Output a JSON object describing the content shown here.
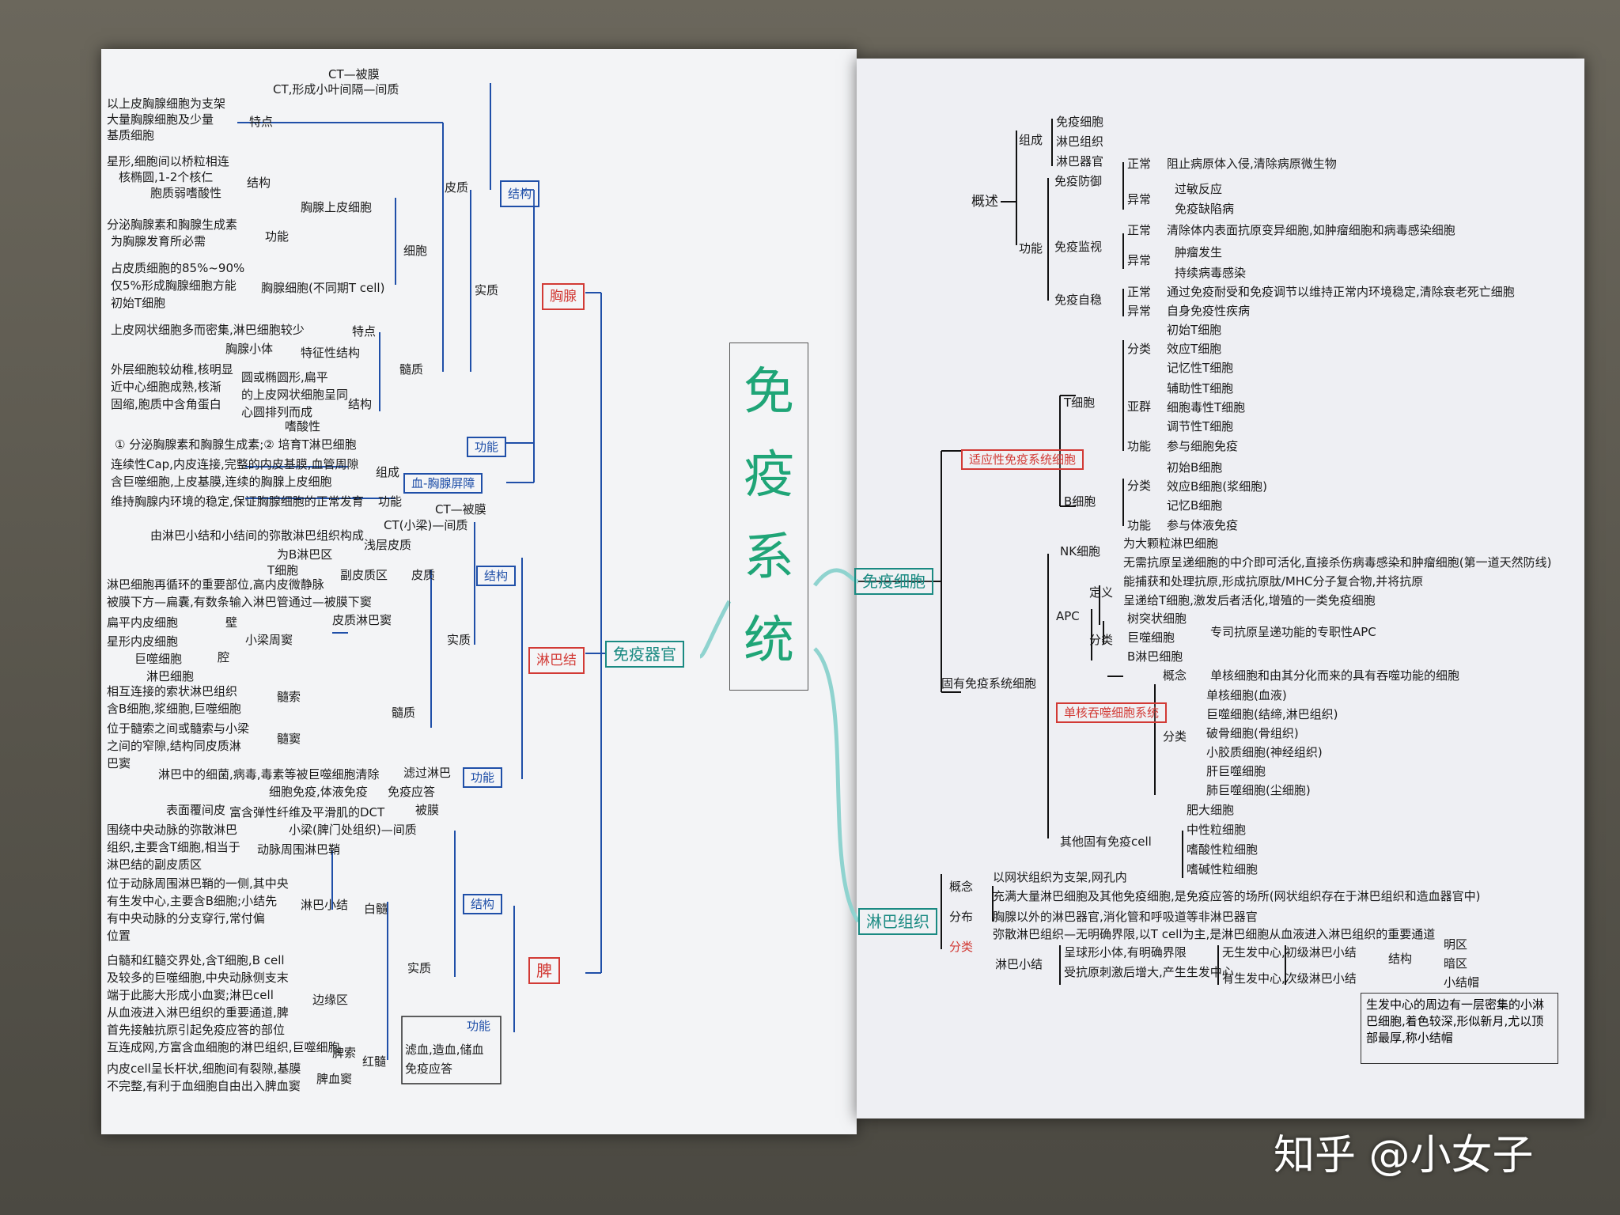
{
  "title": [
    "免",
    "疫",
    "系",
    "统"
  ],
  "watermark": "知乎 @小女子",
  "main_branches": {
    "left": "免疫器官",
    "right_top": "免疫细胞",
    "right_bottom": "淋巴组织"
  },
  "organs": {
    "thymus": {
      "label": "胸腺",
      "structure": "结构",
      "cortex": "皮质",
      "ct_capsule": "CT—被膜",
      "ct_septum": "CT,形成小叶间隔—间质",
      "epithelial_desc1": "以上皮胸腺细胞为支架",
      "epithelial_desc2": "大量胸腺细胞及少量",
      "epithelial_desc3": "基质细胞",
      "feature": "特点",
      "star_desc1": "星形,细胞间以桥粒相连",
      "star_desc2": "核椭圆,1-2个核仁",
      "star_desc3": "胞质弱嗜酸性",
      "struct2": "结构",
      "thymic_epithelial": "胸腺上皮细胞",
      "secrete1": "分泌胸腺素和胸腺生成素",
      "secrete2": "为胸腺发育所必需",
      "function1": "功能",
      "cells": "细胞",
      "pct1": "占皮质细胞的85%~90%",
      "pct2": "仅5%形成胸腺细胞方能",
      "pct3": "初始T细胞",
      "thymocyte": "胸腺细胞(不同期T cell)",
      "parenchyma": "实质",
      "medulla_desc": "上皮网状细胞多而密集,淋巴细胞较少",
      "feature2": "特点",
      "corpuscle": "胸腺小体",
      "corpuscle_feature": "特征性结构",
      "medulla": "髓质",
      "outer1": "外层细胞较幼稚,核明显",
      "outer2": "近中心细胞成熟,核渐",
      "outer3": "固缩,胞质中含角蛋白",
      "round1": "圆或椭圆形,扁平",
      "round2": "的上皮网状细胞呈同",
      "round3": "心圆排列而成",
      "acid": "嗜酸性",
      "struct3": "结构",
      "func_desc": "① 分泌胸腺素和胸腺生成素;② 培育T淋巴细胞",
      "function": "功能",
      "barrier_desc1": "连续性Cap,内皮连接,完整的内皮基膜,血管周隙",
      "barrier_desc2": "含巨噬细胞,上皮基膜,连续的胸腺上皮细胞",
      "composition": "组成",
      "barrier": "血-胸腺屏障",
      "barrier_func": "维持胸腺内环境的稳定,保证胸腺细胞的正常发育",
      "function3": "功能"
    },
    "lymph_node": {
      "label": "淋巴结",
      "structure": "结构",
      "ct_capsule": "CT—被膜",
      "ct_septum": "CT(小梁)—间质",
      "cortex": "皮质",
      "superficial_desc": "由淋巴小结和小结间的弥散淋巴组织构成",
      "superficial": "浅层皮质",
      "b_zone": "为B淋巴区",
      "t_cell": "T细胞",
      "paracortex": "副皮质区",
      "paracortex_desc1": "淋巴细胞再循环的重要部位,高内皮微静脉",
      "paracortex_desc2": "被膜下方—扁囊,有数条输入淋巴管通过—被膜下窦",
      "sinus": "皮质淋巴窦",
      "wall": "壁",
      "wall_desc": "扁平内皮细胞",
      "lumen": "腔",
      "lumen_desc1": "星形内皮细胞",
      "lumen_desc2": "巨噬细胞",
      "lumen_desc3": "淋巴细胞",
      "small_sinus": "小梁周窦",
      "parenchyma": "实质",
      "cord_desc1": "相互连接的索状淋巴组织",
      "cord_desc2": "含B细胞,浆细胞,巨噬细胞",
      "cord": "髓索",
      "med_sinus_desc1": "位于髓索之间或髓索与小梁",
      "med_sinus_desc2": "之间的窄隙,结构同皮质淋",
      "med_sinus_desc3": "巴窦",
      "med_sinus": "髓窦",
      "medulla": "髓质",
      "filter_desc1": "淋巴中的细菌,病毒,毒素等被巨噬细胞清除",
      "filter": "滤过淋巴",
      "immune_desc": "细胞免疫,体液免疫",
      "immune": "免疫应答",
      "function": "功能"
    },
    "spleen": {
      "label": "脾",
      "structure": "结构",
      "serosa": "表面覆间皮",
      "capsule": "被膜",
      "trabecula": "小梁(脾门处组织)—间质",
      "ct_desc": "富含弹性纤维及平滑肌的DCT",
      "white_desc1": "围绕中央动脉的弥散淋巴",
      "white_desc2": "组织,主要含T细胞,相当于",
      "white_desc3": "淋巴结的副皮质区",
      "pals": "动脉周围淋巴鞘",
      "nodule_desc1": "位于动脉周围淋巴鞘的一侧,其中央",
      "nodule_desc2": "有生发中心,主要含B细胞;小结先",
      "nodule_desc3": "有中央动脉的分支穿行,常付偏",
      "nodule_desc4": "位置",
      "nodule": "淋巴小结",
      "white_pulp": "白髓",
      "parenchyma": "实质",
      "marginal_desc1": "白髓和红髓交界处,含T细胞,B cell",
      "marginal_desc2": "及较多的巨噬细胞,中央动脉侧支末",
      "marginal_desc3": "端于此膨大形成小血窦;淋巴cell",
      "marginal_desc4": "从血液进入淋巴组织的重要通道,脾",
      "marginal_desc5": "首先接触抗原引起免疫应答的部位",
      "marginal": "边缘区",
      "cord_desc": "互连成网,方富含血细胞的淋巴组织,巨噬细胞",
      "cord": "脾索",
      "red_pulp": "红髓",
      "sinus_desc1": "内皮cell呈长杆状,细胞间有裂隙,基膜",
      "sinus_desc2": "不完整,有利于血细胞自由出入脾血窦",
      "sinus": "脾血窦",
      "function": "功能",
      "func_desc1": "滤血,造血,储血",
      "func_desc2": "免疫应答"
    }
  },
  "overview": {
    "label": "概述",
    "composition": "组成",
    "comp_items": [
      "免疫细胞",
      "淋巴组织",
      "淋巴器官"
    ],
    "function": "功能",
    "defense": "免疫防御",
    "normal": "正常",
    "abnormal": "异常",
    "defense_normal": "阻止病原体入侵,清除病原微生物",
    "defense_abn": [
      "过敏反应",
      "免疫缺陷病"
    ],
    "surveillance": "免疫监视",
    "surv_normal": "清除体内表面抗原变异细胞,如肿瘤细胞和病毒感染细胞",
    "surv_abn": [
      "肿瘤发生",
      "持续病毒感染"
    ],
    "homeostasis": "免疫自稳",
    "homeo_normal": "通过免疫耐受和免疫调节以维持正常内环境稳定,清除衰老死亡细胞",
    "homeo_abn": "自身免疫性疾病"
  },
  "immune_cells": {
    "adaptive": "适应性免疫系统细胞",
    "t_cell": "T细胞",
    "t_classify": "分类",
    "t_types": [
      "初始T细胞",
      "效应T细胞",
      "记忆性T细胞"
    ],
    "t_subgroup": "亚群",
    "t_subs": [
      "辅助性T细胞",
      "细胞毒性T细胞",
      "调节性T细胞"
    ],
    "t_function": "功能",
    "t_func_desc": "参与细胞免疫",
    "b_cell": "B细胞",
    "b_classify": "分类",
    "b_types": [
      "初始B细胞",
      "效应B细胞(浆细胞)",
      "记忆B细胞"
    ],
    "b_function": "功能",
    "b_func_desc": "参与体液免疫",
    "innate": "固有免疫系统细胞",
    "nk": "NK细胞",
    "nk_desc1": "为大颗粒淋巴细胞",
    "nk_desc2": "无需抗原呈递细胞的中介即可活化,直接杀伤病毒感染和肿瘤细胞(第一道天然防线)",
    "apc": "APC",
    "apc_def": "定义",
    "apc_def1": "能捕获和处理抗原,形成抗原肽/MHC分子复合物,并将抗原",
    "apc_def2": "呈递给T细胞,激发后者活化,增殖的一类免疫细胞",
    "apc_classify": "分类",
    "apc_types": [
      "树突状细胞",
      "巨噬细胞",
      "B淋巴细胞"
    ],
    "apc_note": "专司抗原呈递功能的专职性APC",
    "mono": "单核吞噬细胞系统",
    "mono_concept": "概念",
    "mono_concept_desc": "单核细胞和由其分化而来的具有吞噬功能的细胞",
    "mono_classify": "分类",
    "mono_types": [
      "单核细胞(血液)",
      "巨噬细胞(结缔,淋巴组织)",
      "破骨细胞(骨组织)",
      "小胶质细胞(神经组织)",
      "肝巨噬细胞",
      "肺巨噬细胞(尘细胞)"
    ],
    "other": "其他固有免疫cell",
    "other_types": [
      "肥大细胞",
      "中性粒细胞",
      "嗜酸性粒细胞",
      "嗜碱性粒细胞"
    ]
  },
  "lymphoid_tissue": {
    "concept": "概念",
    "concept1": "以网状组织为支架,网孔内",
    "concept2": "充满大量淋巴细胞及其他免疫细胞,是免疫应答的场所(网状组织存在于淋巴组织和造血器官中)",
    "distribution": "分布",
    "dist_desc": "胸腺以外的淋巴器官,消化管和呼吸道等非淋巴器官",
    "classify": "分类",
    "diffuse": "弥散淋巴组织—无明确界限,以T cell为主,是淋巴细胞从血液进入淋巴组织的重要通道",
    "nodule": "淋巴小结",
    "nodule_desc1": "呈球形小体,有明确界限",
    "nodule_desc2": "受抗原刺激后增大,产生生发中心",
    "primary": "无生发中心,初级淋巴小结",
    "secondary": "有生发中心,次级淋巴小结",
    "struct": "结构",
    "zones": [
      "明区",
      "暗区",
      "小结帽"
    ],
    "note": "生发中心的周边有一层密集的小淋巴细胞,着色较深,形似新月,尤以顶部最厚,称小结帽"
  }
}
